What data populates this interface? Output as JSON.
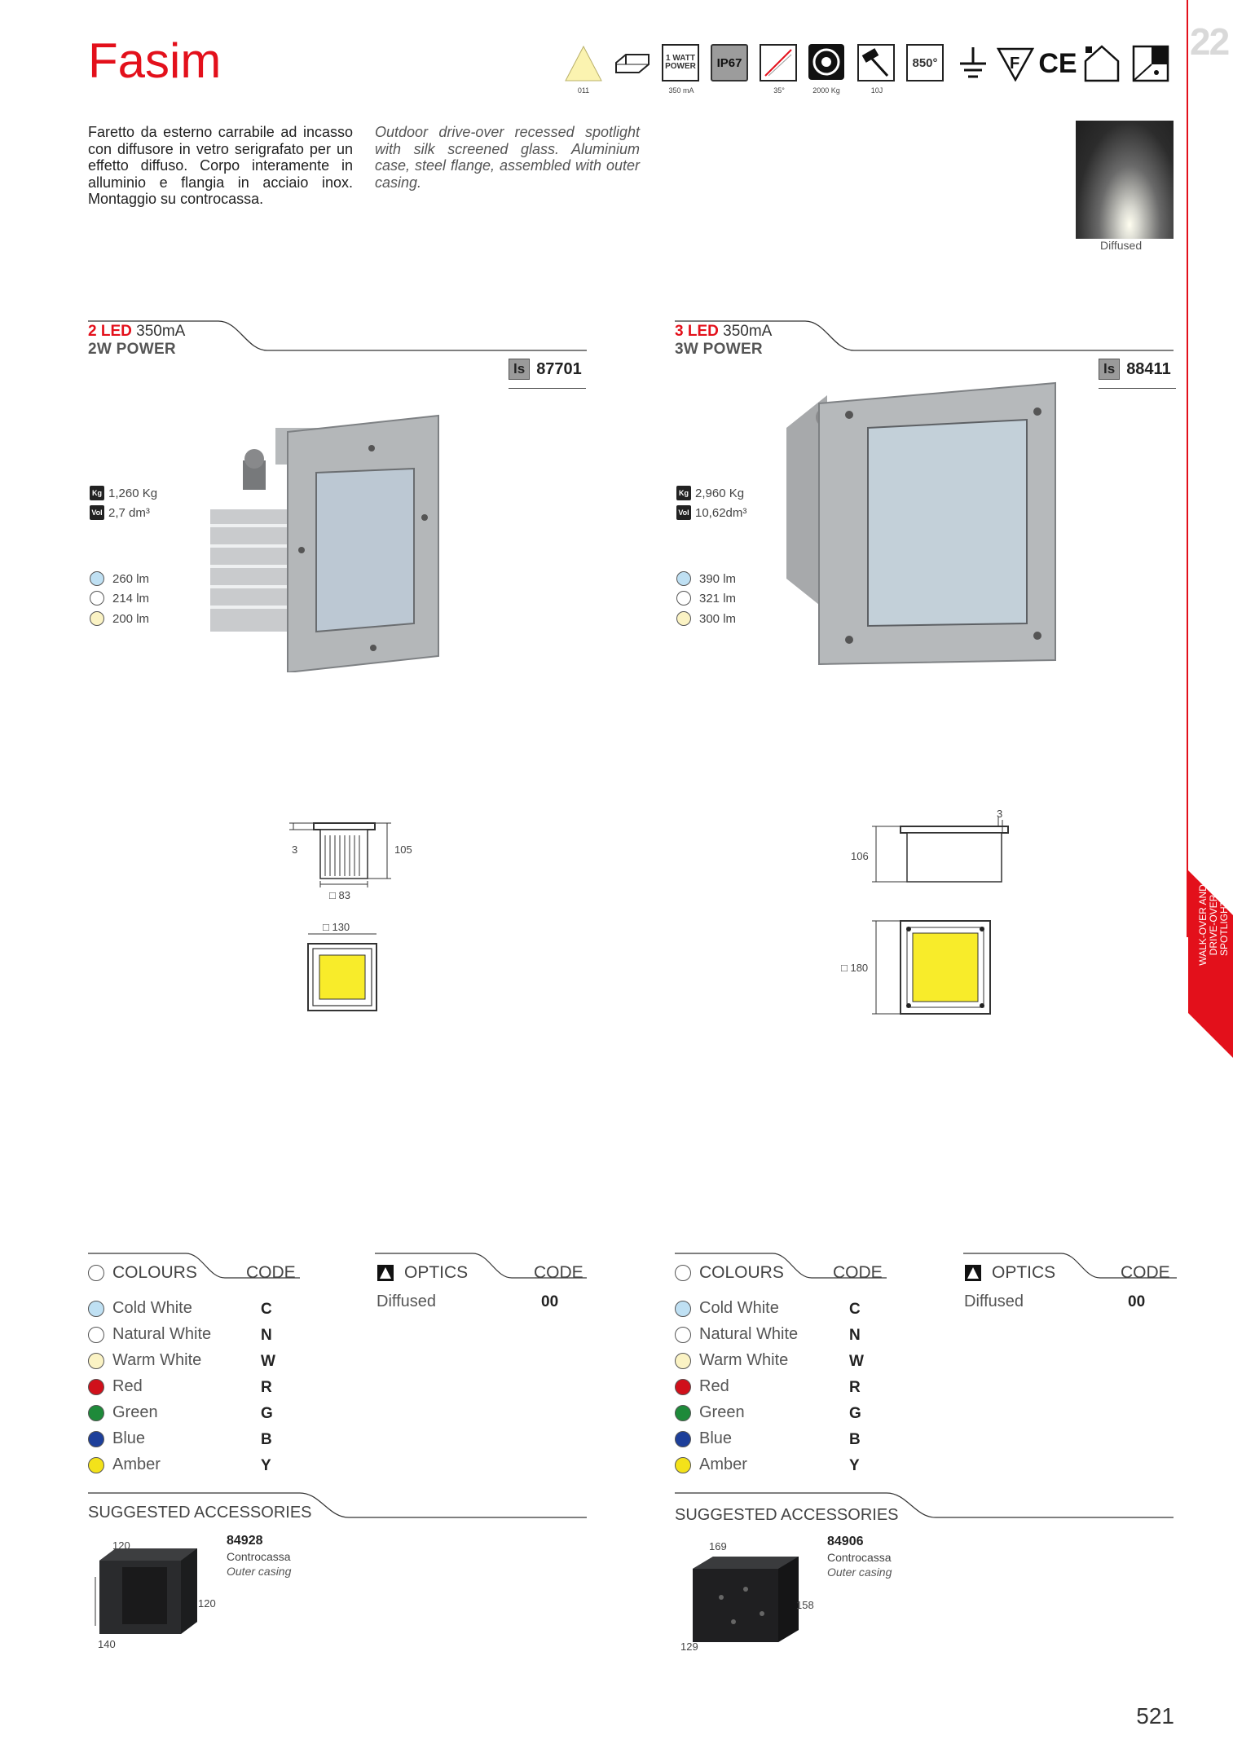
{
  "product": {
    "title": "Fasim",
    "chapter": "22",
    "side_tab": [
      "WALK-OVER AND",
      "DRIVE-OVER",
      "SPOTLIGHTS"
    ],
    "page_number": "521"
  },
  "icons": [
    {
      "name": "lamp-class-icon",
      "caption": "011"
    },
    {
      "name": "driver-icon",
      "caption": ""
    },
    {
      "name": "1-watt-power-icon",
      "caption": "350 mA",
      "label": "1 WATT POWER"
    },
    {
      "name": "ip67-icon",
      "caption": "",
      "label": "IP67"
    },
    {
      "name": "beam-angle-icon",
      "caption": "35°"
    },
    {
      "name": "load-2000kg-icon",
      "caption": "2000 Kg"
    },
    {
      "name": "impact-hammer-icon",
      "caption": "10J"
    },
    {
      "name": "glow-wire-850-icon",
      "caption": "",
      "label": "850°"
    },
    {
      "name": "earth-icon",
      "caption": ""
    },
    {
      "name": "f-mark-icon",
      "caption": "",
      "label": "F"
    },
    {
      "name": "ce-mark-icon",
      "caption": "",
      "label": "CE"
    },
    {
      "name": "house-icon",
      "caption": ""
    },
    {
      "name": "installation-icon",
      "caption": ""
    }
  ],
  "description": {
    "it": "Faretto da esterno carrabile ad incasso con diffusore in vetro serigrafato per un effetto diffuso. Corpo interamente in alluminio e flangia in acciaio inox. Montaggio su controcassa.",
    "en": "Outdoor drive-over recessed spotlight with silk screened glass. Aluminium case, steel flange, assembled with outer casing."
  },
  "beam_photo_caption": "Diffused",
  "variants": [
    {
      "led": "2 LED",
      "current": "350mA",
      "power": "2W POWER",
      "code_prefix": "ls",
      "code": "87701",
      "weight_icon": "Kg",
      "weight": "1,260 Kg",
      "volume_icon": "Vol",
      "volume": "2,7 dm³",
      "lumens": [
        {
          "color": "#bfe0f3",
          "value": "260 lm"
        },
        {
          "color": "#ffffff",
          "value": "214 lm"
        },
        {
          "color": "#fbf3c4",
          "value": "200 lm"
        }
      ],
      "dims": {
        "d1": "3",
        "d2": "105",
        "d3": "83",
        "d4": "130"
      },
      "accessory": {
        "code": "84928",
        "it": "Controcassa",
        "en": "Outer casing",
        "w": "120",
        "h": "120",
        "d": "140"
      }
    },
    {
      "led": "3 LED",
      "current": "350mA",
      "power": "3W POWER",
      "code_prefix": "ls",
      "code": "88411",
      "weight_icon": "Kg",
      "weight": "2,960 Kg",
      "volume_icon": "Vol",
      "volume": "10,62dm³",
      "lumens": [
        {
          "color": "#bfe0f3",
          "value": "390 lm"
        },
        {
          "color": "#ffffff",
          "value": "321 lm"
        },
        {
          "color": "#fbf3c4",
          "value": "300 lm"
        }
      ],
      "dims": {
        "d1": "3",
        "d2": "106",
        "d3": "180"
      },
      "accessory": {
        "code": "84906",
        "it": "Controcassa",
        "en": "Outer casing",
        "w": "169",
        "h": "158",
        "d": "129"
      }
    }
  ],
  "colours_table": {
    "header": "COLOURS",
    "code_header": "CODE",
    "rows": [
      {
        "label": "Cold White",
        "code": "C",
        "color": "#bfe0f3"
      },
      {
        "label": "Natural White",
        "code": "N",
        "color": "#ffffff"
      },
      {
        "label": "Warm White",
        "code": "W",
        "color": "#fbf3c4"
      },
      {
        "label": "Red",
        "code": "R",
        "color": "#d0101b"
      },
      {
        "label": "Green",
        "code": "G",
        "color": "#1e8a3a"
      },
      {
        "label": "Blue",
        "code": "B",
        "color": "#1d3f9a"
      },
      {
        "label": "Amber",
        "code": "Y",
        "color": "#f3e21a"
      }
    ]
  },
  "optics_table": {
    "header": "OPTICS",
    "code_header": "CODE",
    "rows": [
      {
        "label": "Diffused",
        "code": "00"
      }
    ]
  },
  "accessories_header": "SUGGESTED ACCESSORIES"
}
